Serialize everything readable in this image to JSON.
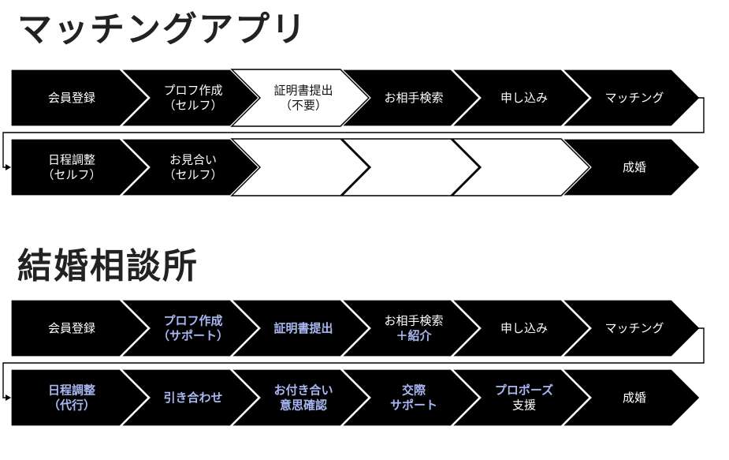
{
  "colors": {
    "dark_fill": "#000000",
    "light_fill": "#ffffff",
    "dark_text": "#ffffff",
    "light_text": "#111111",
    "accent_text": "#a9b8f3",
    "connector": "#000000"
  },
  "sections": [
    {
      "title": "マッチングアプリ",
      "rows": [
        [
          {
            "lines": [
              "会員登録"
            ],
            "fill": "dark",
            "text": "dark_text",
            "bold": false
          },
          {
            "lines": [
              "プロフ作成",
              "（セルフ）"
            ],
            "fill": "dark",
            "text": "dark_text",
            "bold": false
          },
          {
            "lines": [
              "証明書提出",
              "（不要）"
            ],
            "fill": "light",
            "text": "light_text",
            "bold": false
          },
          {
            "lines": [
              "お相手検索"
            ],
            "fill": "dark",
            "text": "dark_text",
            "bold": false
          },
          {
            "lines": [
              "申し込み"
            ],
            "fill": "dark",
            "text": "dark_text",
            "bold": false
          },
          {
            "lines": [
              "マッチング"
            ],
            "fill": "dark",
            "text": "dark_text",
            "bold": false
          }
        ],
        [
          {
            "lines": [
              "日程調整",
              "（セルフ）"
            ],
            "fill": "dark",
            "text": "dark_text",
            "bold": false
          },
          {
            "lines": [
              "お見合い",
              "（セルフ）"
            ],
            "fill": "dark",
            "text": "dark_text",
            "bold": false
          },
          {
            "lines": [],
            "fill": "light",
            "text": "light_text",
            "bold": false
          },
          {
            "lines": [],
            "fill": "light",
            "text": "light_text",
            "bold": false
          },
          {
            "lines": [],
            "fill": "light",
            "text": "light_text",
            "bold": false
          },
          {
            "lines": [
              "成婚"
            ],
            "fill": "dark",
            "text": "dark_text",
            "bold": false
          }
        ]
      ]
    },
    {
      "title": "結婚相談所",
      "rows": [
        [
          {
            "lines": [
              "会員登録"
            ],
            "fill": "dark",
            "text": "dark_text",
            "bold": false
          },
          {
            "lines": [
              "プロフ作成",
              "（サポート）"
            ],
            "fill": "dark",
            "text": "accent_text",
            "bold": true
          },
          {
            "lines": [
              "証明書提出"
            ],
            "fill": "dark",
            "text": "accent_text",
            "bold": true
          },
          {
            "lines": [
              "お相手検索",
              "＋紹介"
            ],
            "fill": "dark",
            "text": "mixed",
            "bold": false
          },
          {
            "lines": [
              "申し込み"
            ],
            "fill": "dark",
            "text": "dark_text",
            "bold": false
          },
          {
            "lines": [
              "マッチング"
            ],
            "fill": "dark",
            "text": "dark_text",
            "bold": false
          }
        ],
        [
          {
            "lines": [
              "日程調整",
              "（代行）"
            ],
            "fill": "dark",
            "text": "accent_text",
            "bold": true
          },
          {
            "lines": [
              "引き合わせ"
            ],
            "fill": "dark",
            "text": "accent_text",
            "bold": true
          },
          {
            "lines": [
              "お付き合い",
              "意思確認"
            ],
            "fill": "dark",
            "text": "accent_text",
            "bold": true
          },
          {
            "lines": [
              "交際",
              "サポート"
            ],
            "fill": "dark",
            "text": "accent_text",
            "bold": true
          },
          {
            "lines": [
              "プロポーズ",
              "支援"
            ],
            "fill": "dark",
            "text": "mixed2",
            "bold": false
          },
          {
            "lines": [
              "成婚"
            ],
            "fill": "dark",
            "text": "dark_text",
            "bold": false
          }
        ]
      ]
    }
  ]
}
